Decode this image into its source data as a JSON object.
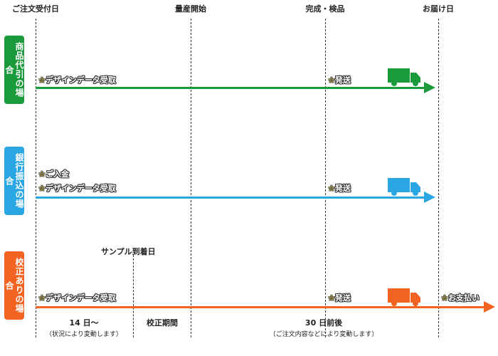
{
  "colors": {
    "green": "#1a9a3a",
    "blue": "#2aa6e3",
    "orange": "#f26322"
  },
  "columns": {
    "order_received": "ご注文受付日",
    "mass_production": "量産開始",
    "completed": "完成・検品",
    "delivery": "お届け日"
  },
  "rows": [
    {
      "label": "商品代引の場合",
      "tags": [
        "デザインデータ受取"
      ],
      "ship": "発送",
      "icon": "truck-icon"
    },
    {
      "label": "銀行振込の場合",
      "tags": [
        "ご入金",
        "デザインデータ受取"
      ],
      "ship": "発送",
      "icon": "truck-icon"
    },
    {
      "label": "校正ありの場合",
      "tags": [
        "デザインデータ受取"
      ],
      "ship": "発送",
      "payment": "お支払い",
      "icon": "truck-icon"
    }
  ],
  "star": "☆",
  "sample_arrival": "サンプル到着日",
  "periods": {
    "first": "14 日〜",
    "first_note": "（状況により変動します）",
    "proof": "校正期間",
    "main": "30 日前後",
    "main_note": "（ご注文内容などにより変動します）"
  }
}
